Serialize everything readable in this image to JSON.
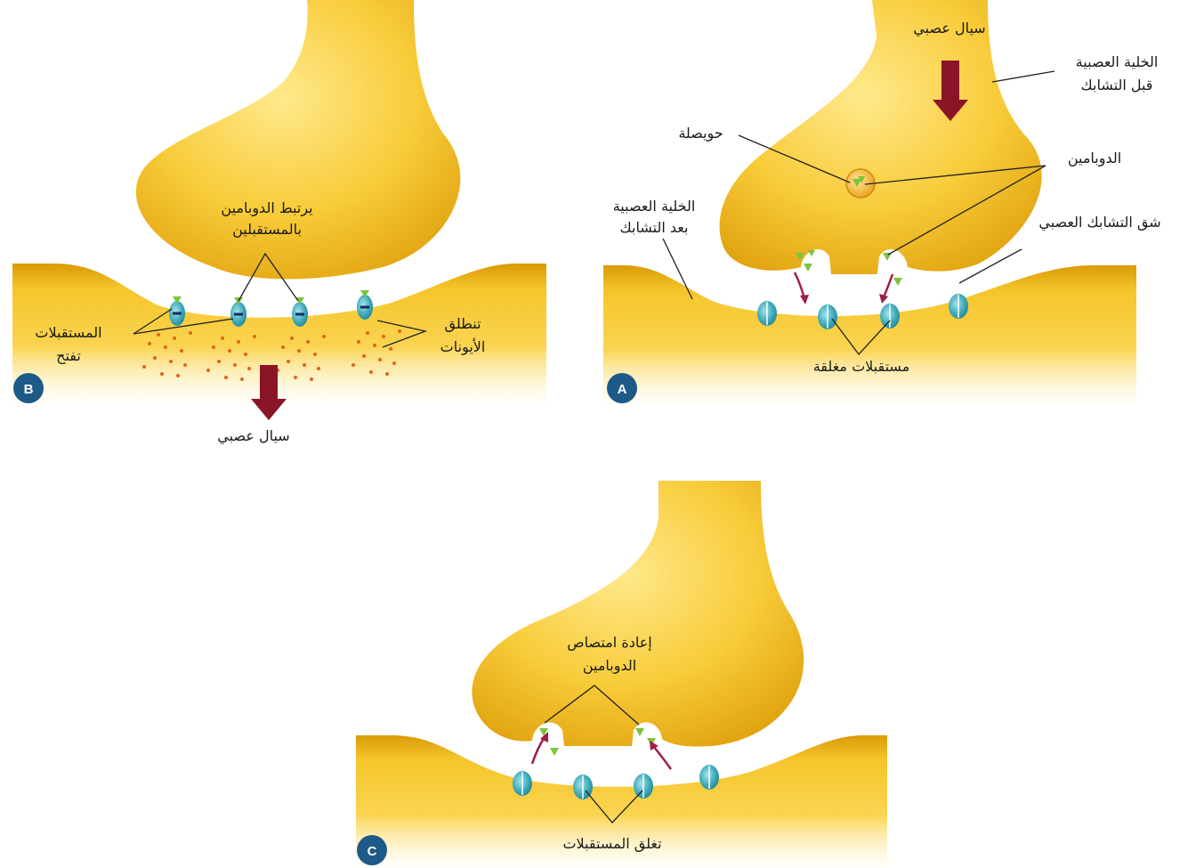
{
  "colors": {
    "neuron_light": "#fbe07a",
    "neuron_mid": "#f5c52a",
    "neuron_dark": "#d99a06",
    "arrow_flow": "#8a1526",
    "arrow_small": "#a01e46",
    "receptor_teal": "#3ca9b9",
    "ion_dots": "#e0641c",
    "dopamine_green": "#7cc43c",
    "badge_blue": "#1d5a88",
    "leader_lines": "#222222"
  },
  "panel_a": {
    "badge": "A",
    "label_neural_fluid": "سيال عصبي",
    "label_presynaptic": [
      "الخلية العصبية",
      "قبل التشابك"
    ],
    "label_vesicle": "حويصلة",
    "label_dopamine": "الدوبامين",
    "label_postsynaptic": [
      "الخلية العصبية",
      "بعد التشابك"
    ],
    "label_synaptic_cleft": "شق التشابك العصبي",
    "label_closed_receptors": "مستقبلات مغلقة"
  },
  "panel_b": {
    "badge": "B",
    "label_dopamine_binds": [
      "يرتبط الدوبامين",
      "بالمستقبلين"
    ],
    "label_receptors_open": [
      "المستقبلات",
      "تفتح"
    ],
    "label_ions_released": [
      "تنطلق",
      "الأيونات"
    ],
    "label_neural_fluid": "سيال عصبي"
  },
  "panel_c": {
    "badge": "C",
    "label_reuptake": [
      "إعادة امتصاص",
      "الدوبامين"
    ],
    "label_receptors_close": "تغلق المستقبلات"
  }
}
